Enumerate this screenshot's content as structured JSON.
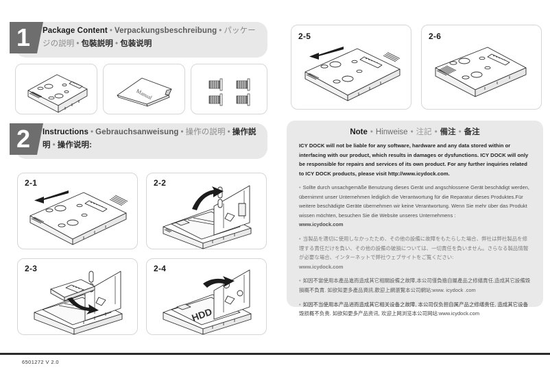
{
  "document": {
    "footer_code": "6501272  V 2.0"
  },
  "step1": {
    "number": "1",
    "title": {
      "en": "Package Content",
      "de": "Verpackungsbeschreibung",
      "ja": "パッケージの説明",
      "zh_trad": "包裝説明",
      "zh_simp": "包装说明",
      "separator": "•"
    },
    "items": [
      {
        "name": "drive-enclosure",
        "label": ""
      },
      {
        "name": "manual-booklet",
        "label": "Manual"
      },
      {
        "name": "screws-set",
        "label": ""
      }
    ]
  },
  "step2": {
    "number": "2",
    "title": {
      "en": "Instructions",
      "de": "Gebrauchsanweisung",
      "ja": "操作の説明",
      "zh_trad": "操作説明",
      "zh_simp": "操作说明:",
      "separator": "•"
    },
    "panels": [
      {
        "caption": "2-1",
        "name": "step-2-1-illustration",
        "hdd_label": ""
      },
      {
        "caption": "2-2",
        "name": "step-2-2-illustration",
        "hdd_label": ""
      },
      {
        "caption": "2-3",
        "name": "step-2-3-illustration",
        "hdd_label": ""
      },
      {
        "caption": "2-4",
        "name": "step-2-4-illustration",
        "hdd_label": "HDD"
      },
      {
        "caption": "2-5",
        "name": "step-2-5-illustration",
        "hdd_label": ""
      },
      {
        "caption": "2-6",
        "name": "step-2-6-illustration",
        "hdd_label": ""
      }
    ]
  },
  "note": {
    "title": {
      "en": "Note",
      "de": "Hinweise",
      "ja": "注記",
      "zh_trad": "備注",
      "zh_simp": "备注",
      "separator": "•"
    },
    "paragraphs": [
      {
        "lang": "en",
        "bullet": "",
        "text": "ICY DOCK will not be liable for any software, hardware and any data stored within or interfacing with our product, which results in damages or dysfunctions. ICY DOCK will only be responsible for repairs and services of its own product. For any further inquiries related to ICY DOCK products, please visit  http://www.icydock.com."
      },
      {
        "lang": "de",
        "bullet": "•",
        "text": "Sollte durch unsachgemäße Benutzung dieses Gerät und angschlossene Gerät beschädigt werden, übernimmt unser Unternehmen lediglich die Verantwortung für die Reparatur dieses Produktes.Für weitere beschädigte Geräte übernehmen wir keine Verantwortung. Wenn Sie mehr über das Produkt wissen möchten, besuchen Sie die Website unseres Unternehmens :",
        "url": "www.icydock.com"
      },
      {
        "lang": "ja",
        "bullet": "•",
        "text": "当製品を適切に使用しなかったため、その他の設備に故障をもたらした場合、弊社は弊社製品を修理する責任だけを負い、その他の設備の破損については、一切責任を負いません。さらなる製品情報が必要な場合、インターネットで弊社ウェブサイトをご覧ください:",
        "url": "www.icydock.com"
      },
      {
        "lang": "zht",
        "bullet": "•",
        "text": "如因不當使用本產品進而造成其它相關設備之故障,本公司僅負擔自屬產品之修繕責任,造成其它設備毀損概不負責. 如欲知更多產品資訊,歡迎上網瀏覽本公司網站:www. icydock .com"
      },
      {
        "lang": "zhs",
        "bullet": "•",
        "text": "如因不当使用本产品进而造成其它相关设备之故障, 本公司仅负担自属产品之修缮责任, 造成其它设备毁损概不负责. 如欲知更多产品资讯, 欢迎上网浏览本公司网站:www.icydock.com"
      }
    ]
  }
}
